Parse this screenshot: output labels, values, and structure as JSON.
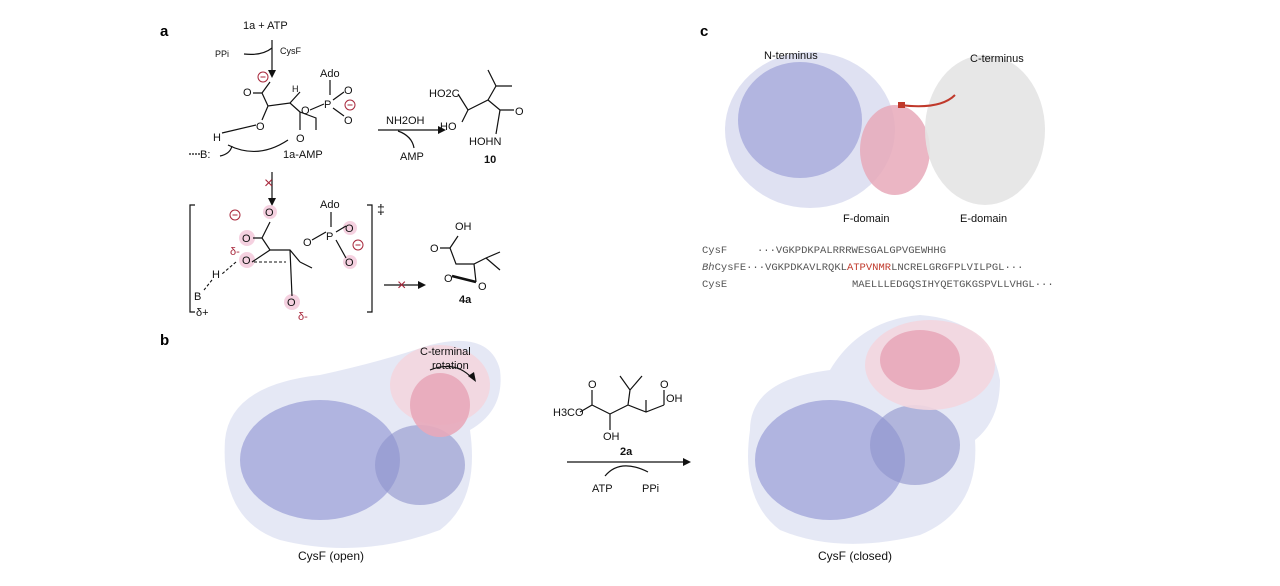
{
  "panels": {
    "a": "a",
    "b": "b",
    "c": "c"
  },
  "panel_a": {
    "reactants": "1a + ATP",
    "byproduct1": "PPi",
    "enzyme": "CysF",
    "ado1": "Ado",
    "intermediate": "1a-AMP",
    "base": "B:",
    "hydrogen": "H",
    "reagent": "NH2OH",
    "byproduct2": "AMP",
    "product10_labels": [
      "HO2C",
      "HO",
      "HOHN",
      "O"
    ],
    "product10": "10",
    "ado2": "Ado",
    "ts_symbol": "‡",
    "delta_minus": "δ-",
    "delta_plus": "δ+",
    "product4a_oh": "OH",
    "product4a": "4a",
    "blocked_mark": "×"
  },
  "panel_b": {
    "rotation_label_1": "C-terminal",
    "rotation_label_2": "rotation",
    "open_caption": "CysF (open)",
    "closed_caption": "CysF (closed)",
    "substrate_labels": [
      "H3CO",
      "OH",
      "OH"
    ],
    "substrate": "2a",
    "cofactor_in": "ATP",
    "cofactor_out": "PPi"
  },
  "panel_c": {
    "n_terminus": "N-terminus",
    "c_terminus": "C-terminus",
    "f_domain": "F-domain",
    "e_domain": "E-domain",
    "alignment": [
      {
        "name": "CysF",
        "prefix": "···",
        "seq_pre": "VGKPDKPALRRRWESGALGPVGEWHHG",
        "highlight": "",
        "seq_post": "",
        "suffix": ""
      },
      {
        "name_italic": "Bh",
        "name": "CysFE",
        "prefix": "···",
        "seq_pre": "VGKPDKAVLRQKL",
        "highlight": "ATPVNMR",
        "seq_post": "LNCRELGRGFPLVILPGL",
        "suffix": "···"
      },
      {
        "name": "CysE",
        "prefix": "",
        "seq_pre": "MAELLLEDGQSIHYQETGKGSPVLLVHGL",
        "highlight": "",
        "seq_post": "",
        "suffix": "···"
      }
    ]
  },
  "colors": {
    "n_domain": "#9ea3d8",
    "c_domain": "#e8a9ba",
    "e_domain": "#e2e2e2",
    "highlight": "#c0392b",
    "negative": "#a8283c"
  }
}
